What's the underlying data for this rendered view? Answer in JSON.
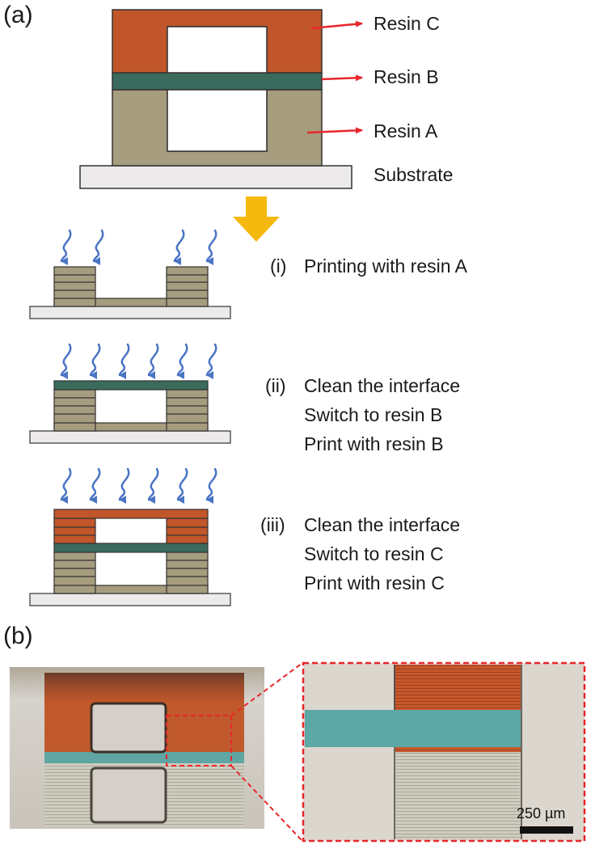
{
  "panel_a": {
    "label": "(a)",
    "layers": {
      "resin_c": "Resin C",
      "resin_b": "Resin B",
      "resin_a": "Resin A",
      "substrate": "Substrate"
    },
    "colors": {
      "resin_c": "#c0562a",
      "resin_b": "#3a6b5c",
      "resin_a": "#a69c7e",
      "substrate": "#eceaea",
      "arrow_red": "#e8262a",
      "arrow_down": "#f5b80e",
      "light_rays": "#4a74c4"
    },
    "steps": [
      {
        "roman": "(i)",
        "lines": [
          "Printing with resin A"
        ]
      },
      {
        "roman": "(ii)",
        "lines": [
          "Clean the interface",
          "Switch to resin B",
          "Print with resin B"
        ]
      },
      {
        "roman": "(iii)",
        "lines": [
          "Clean the interface",
          "Switch to resin C",
          "Print with resin C"
        ]
      }
    ]
  },
  "panel_b": {
    "label": "(b)",
    "scale_bar": "250 µm"
  }
}
